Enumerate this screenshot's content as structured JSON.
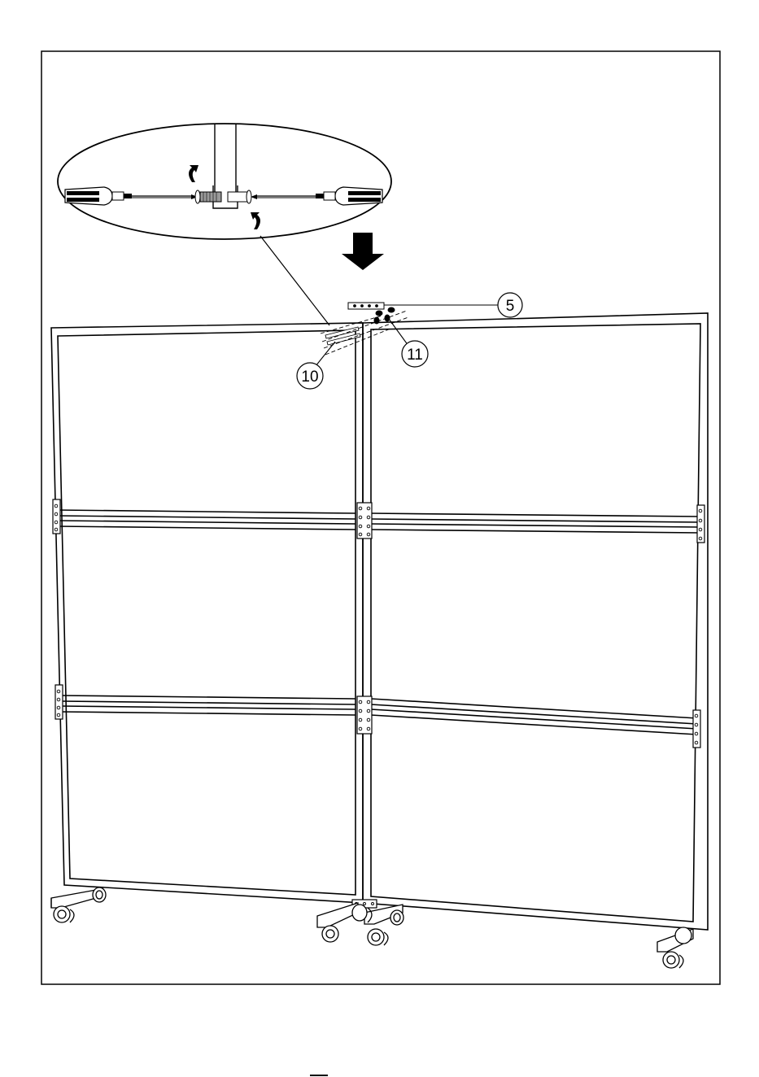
{
  "callouts": [
    {
      "id": "part-5",
      "label": "5"
    },
    {
      "id": "part-10",
      "label": "10"
    },
    {
      "id": "part-11",
      "label": "11"
    }
  ],
  "icons": [
    "screwdriver-icon",
    "rotate-arrow-icon",
    "down-arrow-icon",
    "caster-wheel-icon"
  ],
  "colors": {
    "line": "#000000",
    "paper": "#ffffff",
    "screw_thread": "#9a9a9a"
  }
}
